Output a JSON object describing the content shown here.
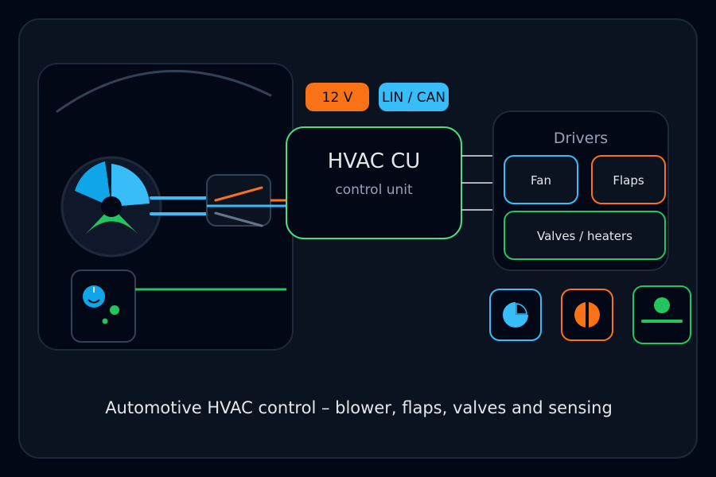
{
  "badges": {
    "voltage": "12 V",
    "bus": "LIN / CAN"
  },
  "control_unit": {
    "title": "HVAC CU",
    "subtitle": "control unit"
  },
  "drivers": {
    "title": "Drivers",
    "fan": "Fan",
    "flaps": "Flaps",
    "valves": "Valves / heaters"
  },
  "caption": "Automotive HVAC control – blower, flaps, valves and sensing",
  "colors": {
    "background": "#030817",
    "panel": "#0b1220",
    "blue": "#38bdf8",
    "deep_blue": "#0ea5e9",
    "orange": "#f97316",
    "green": "#22c55e",
    "green_light": "#4ade80",
    "border": "#1e293b",
    "text": "#e5e7eb",
    "muted": "#94a3b8"
  },
  "icons": {
    "blower": "blower-fan-icon",
    "sensor": "sensor-knob-icon",
    "fan_status": "pie-gauge-icon",
    "flap_status": "split-circle-icon",
    "valve_status": "valve-level-icon"
  }
}
